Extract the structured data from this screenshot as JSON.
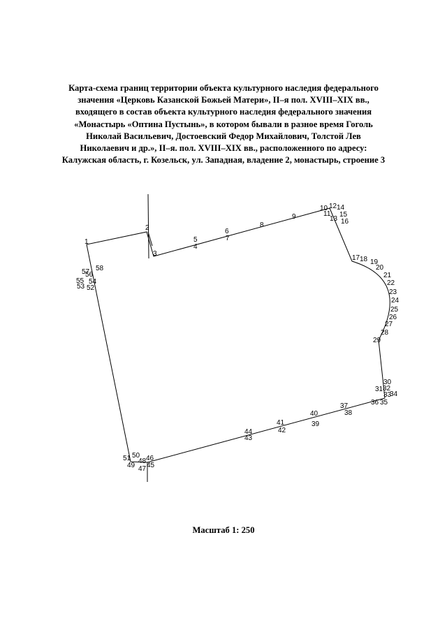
{
  "title_lines": [
    "Карта-схема границ территории объекта культурного наследия  федерального",
    "значения «Церковь Казанской Божьей Матери», II–я пол. XVIII–XIX вв.,",
    "входящего в состав объекта культурного наследия федерального значения",
    "«Монастырь «Оптина Пустынь», в котором бывали в разное время Гоголь",
    "Николай Васильевич, Достоевский Федор Михайлович, Толстой Лев",
    "Николаевич и др.», II–я. пол. XVIII–XIX вв., расположенного по адресу:",
    "Калужская область, г. Козельск, ул. Западная, владение 2, монастырь, строение 3"
  ],
  "scale_text": "Масштаб 1: 250",
  "colors": {
    "line": "#000000",
    "background": "#ffffff"
  },
  "point_labels": [
    "1",
    "2",
    "3",
    "4",
    "5",
    "6",
    "7",
    "8",
    "9",
    "10",
    "11",
    "12",
    "13",
    "14",
    "15",
    "16",
    "17",
    "18",
    "19",
    "20",
    "21",
    "22",
    "23",
    "24",
    "25",
    "26",
    "27",
    "28",
    "29",
    "30",
    "31",
    "32",
    "33",
    "34",
    "35",
    "36",
    "37",
    "38",
    "39",
    "40",
    "41",
    "42",
    "43",
    "44",
    "45",
    "46",
    "47",
    "48",
    "49",
    "50",
    "51",
    "52",
    "53",
    "54",
    "55",
    "56",
    "57",
    "58"
  ]
}
